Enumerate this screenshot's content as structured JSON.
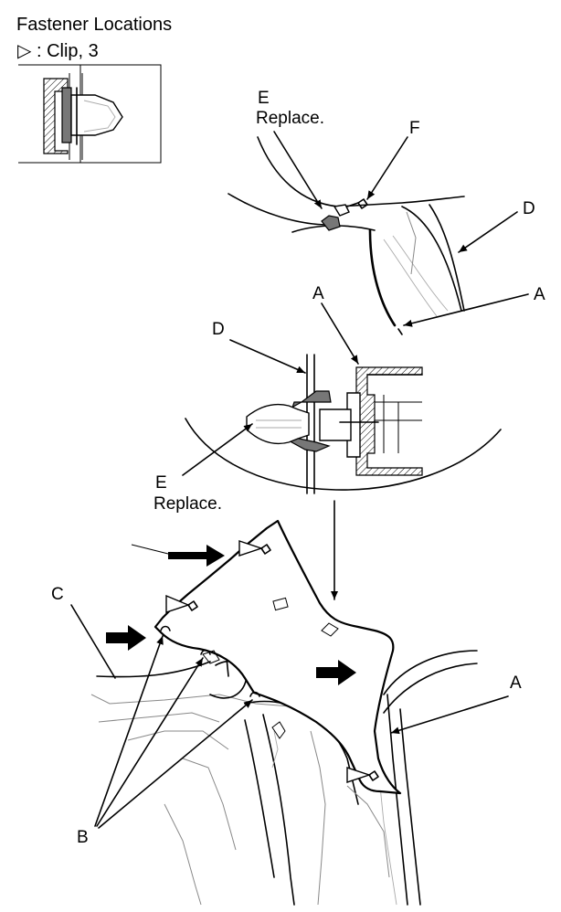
{
  "header": {
    "title": "Fastener Locations",
    "legend_symbol": "▷",
    "legend_text": ": Clip, 3"
  },
  "callouts": {
    "e_top": "E",
    "e_top_note": "Replace.",
    "f": "F",
    "d_top": "D",
    "a_top": "A",
    "a_mid": "A",
    "d_mid": "D",
    "e_mid": "E",
    "e_mid_note": "Replace.",
    "c": "C",
    "a_bottom": "A",
    "b": "B"
  }
}
